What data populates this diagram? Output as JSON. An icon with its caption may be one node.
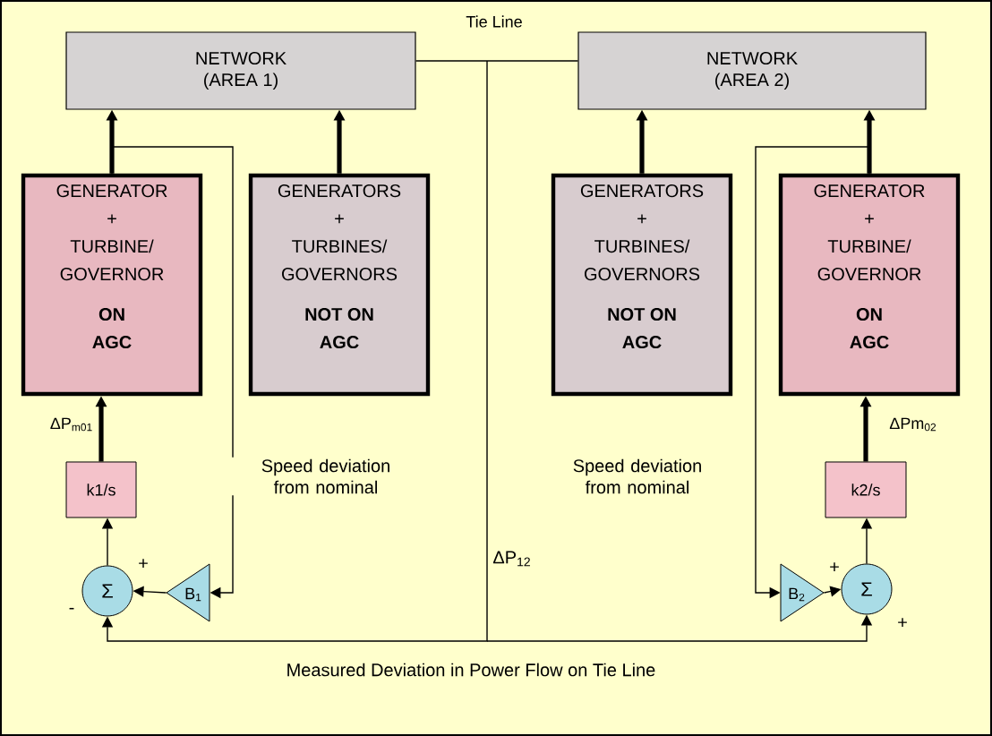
{
  "diagram": {
    "nodes": [
      {
        "text": [
          "NETWORK (AREA 1)"
        ]
      },
      {
        "text": [
          "NETWORK (AREA 2)"
        ]
      },
      {
        "text": [
          "GENERATOR + TURBINE/ GOVERNOR",
          "ON AGC"
        ]
      },
      {
        "text": [
          "GENERATORS + TURBINES/ GOVERNORS",
          "NOT ON AGC"
        ]
      },
      {
        "text": [
          "GENERATORS + TURBINES/ GOVERNORS",
          "NOT ON AGC"
        ]
      },
      {
        "text": [
          "GENERATOR + TURBINE/ GOVERNOR",
          "ON AGC"
        ]
      },
      {
        "text": [
          "k1/s"
        ]
      },
      {
        "text": [
          "k2/s"
        ]
      },
      {
        "text": [
          "Σ"
        ]
      },
      {
        "text": [
          "B$_{1}$"
        ]
      },
      {
        "text": [
          "B$_{2}$"
        ]
      },
      {
        "text": [
          "Σ"
        ]
      }
    ],
    "edges": [
      {
        "from": 0,
        "to": 1,
        "arrow": "none",
        "label": "Tie Line"
      },
      {
        "from": 2,
        "to": 0,
        "arrow": "to",
        "style": "thick"
      },
      {
        "from": 3,
        "to": 0,
        "arrow": "to",
        "style": "thick"
      },
      {
        "from": 4,
        "to": 1,
        "arrow": "to",
        "style": "thick"
      },
      {
        "from": 5,
        "to": 1,
        "arrow": "to",
        "style": "thick"
      },
      {
        "from": 6,
        "to": 2,
        "arrow": "to",
        "style": "thick",
        "label": "ΔP$_{m01}$"
      },
      {
        "from": 7,
        "to": 5,
        "arrow": "to",
        "style": "thick",
        "label": "ΔPm$_{02}$"
      },
      {
        "from": 8,
        "to": 6,
        "arrow": "to"
      },
      {
        "from": 11,
        "to": 7,
        "arrow": "to"
      },
      {
        "from": 9,
        "to": 8,
        "arrow": "to"
      },
      {
        "from": 10,
        "to": 11,
        "arrow": "to"
      },
      {
        "from": 2,
        "to": 9,
        "arrow": "to",
        "label": "Speed deviation from nominal"
      },
      {
        "from": 5,
        "to": 10,
        "arrow": "to",
        "label": "Speed deviation from nominal"
      },
      {
        "from": null,
        "to": 8,
        "arrow": "to"
      },
      {
        "from": null,
        "to": 11,
        "arrow": "to"
      }
    ],
    "labels": [
      "+",
      "-",
      "ΔP$_{12}$",
      "+",
      "+",
      "Measured Deviation in  Power Flow on Tie Line"
    ]
  }
}
